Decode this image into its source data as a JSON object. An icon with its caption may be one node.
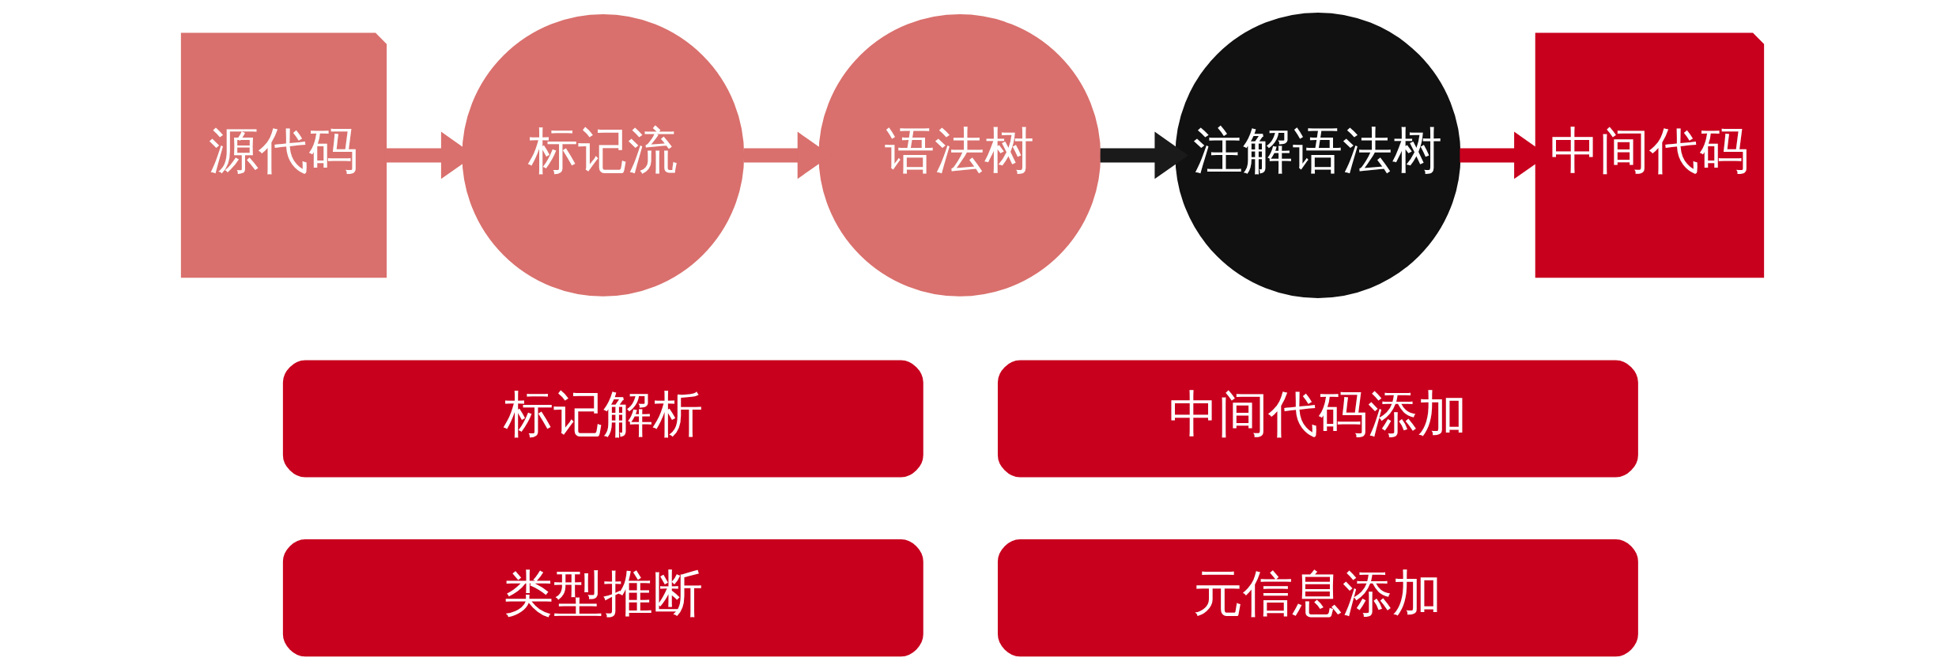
{
  "diagram": {
    "nodes": [
      {
        "text": [
          "源代码"
        ]
      },
      {
        "text": [
          "标记流"
        ]
      },
      {
        "text": [
          "语法树"
        ]
      },
      {
        "text": [
          "注解语法树"
        ]
      },
      {
        "text": [
          "中间代码"
        ]
      },
      {
        "text": [
          "标记解析"
        ]
      },
      {
        "text": [
          "中间代码添加"
        ]
      },
      {
        "text": [
          "类型推断"
        ]
      },
      {
        "text": [
          "元信息添加"
        ]
      }
    ],
    "edges": [
      {
        "from": 0,
        "to": 1,
        "arrow": "to"
      },
      {
        "from": 1,
        "to": 2,
        "arrow": "to"
      },
      {
        "from": 2,
        "to": 3,
        "arrow": "to",
        "color": "#1a1a1a"
      },
      {
        "from": 3,
        "to": 4,
        "arrow": "to",
        "color": "#c8001e"
      }
    ]
  }
}
